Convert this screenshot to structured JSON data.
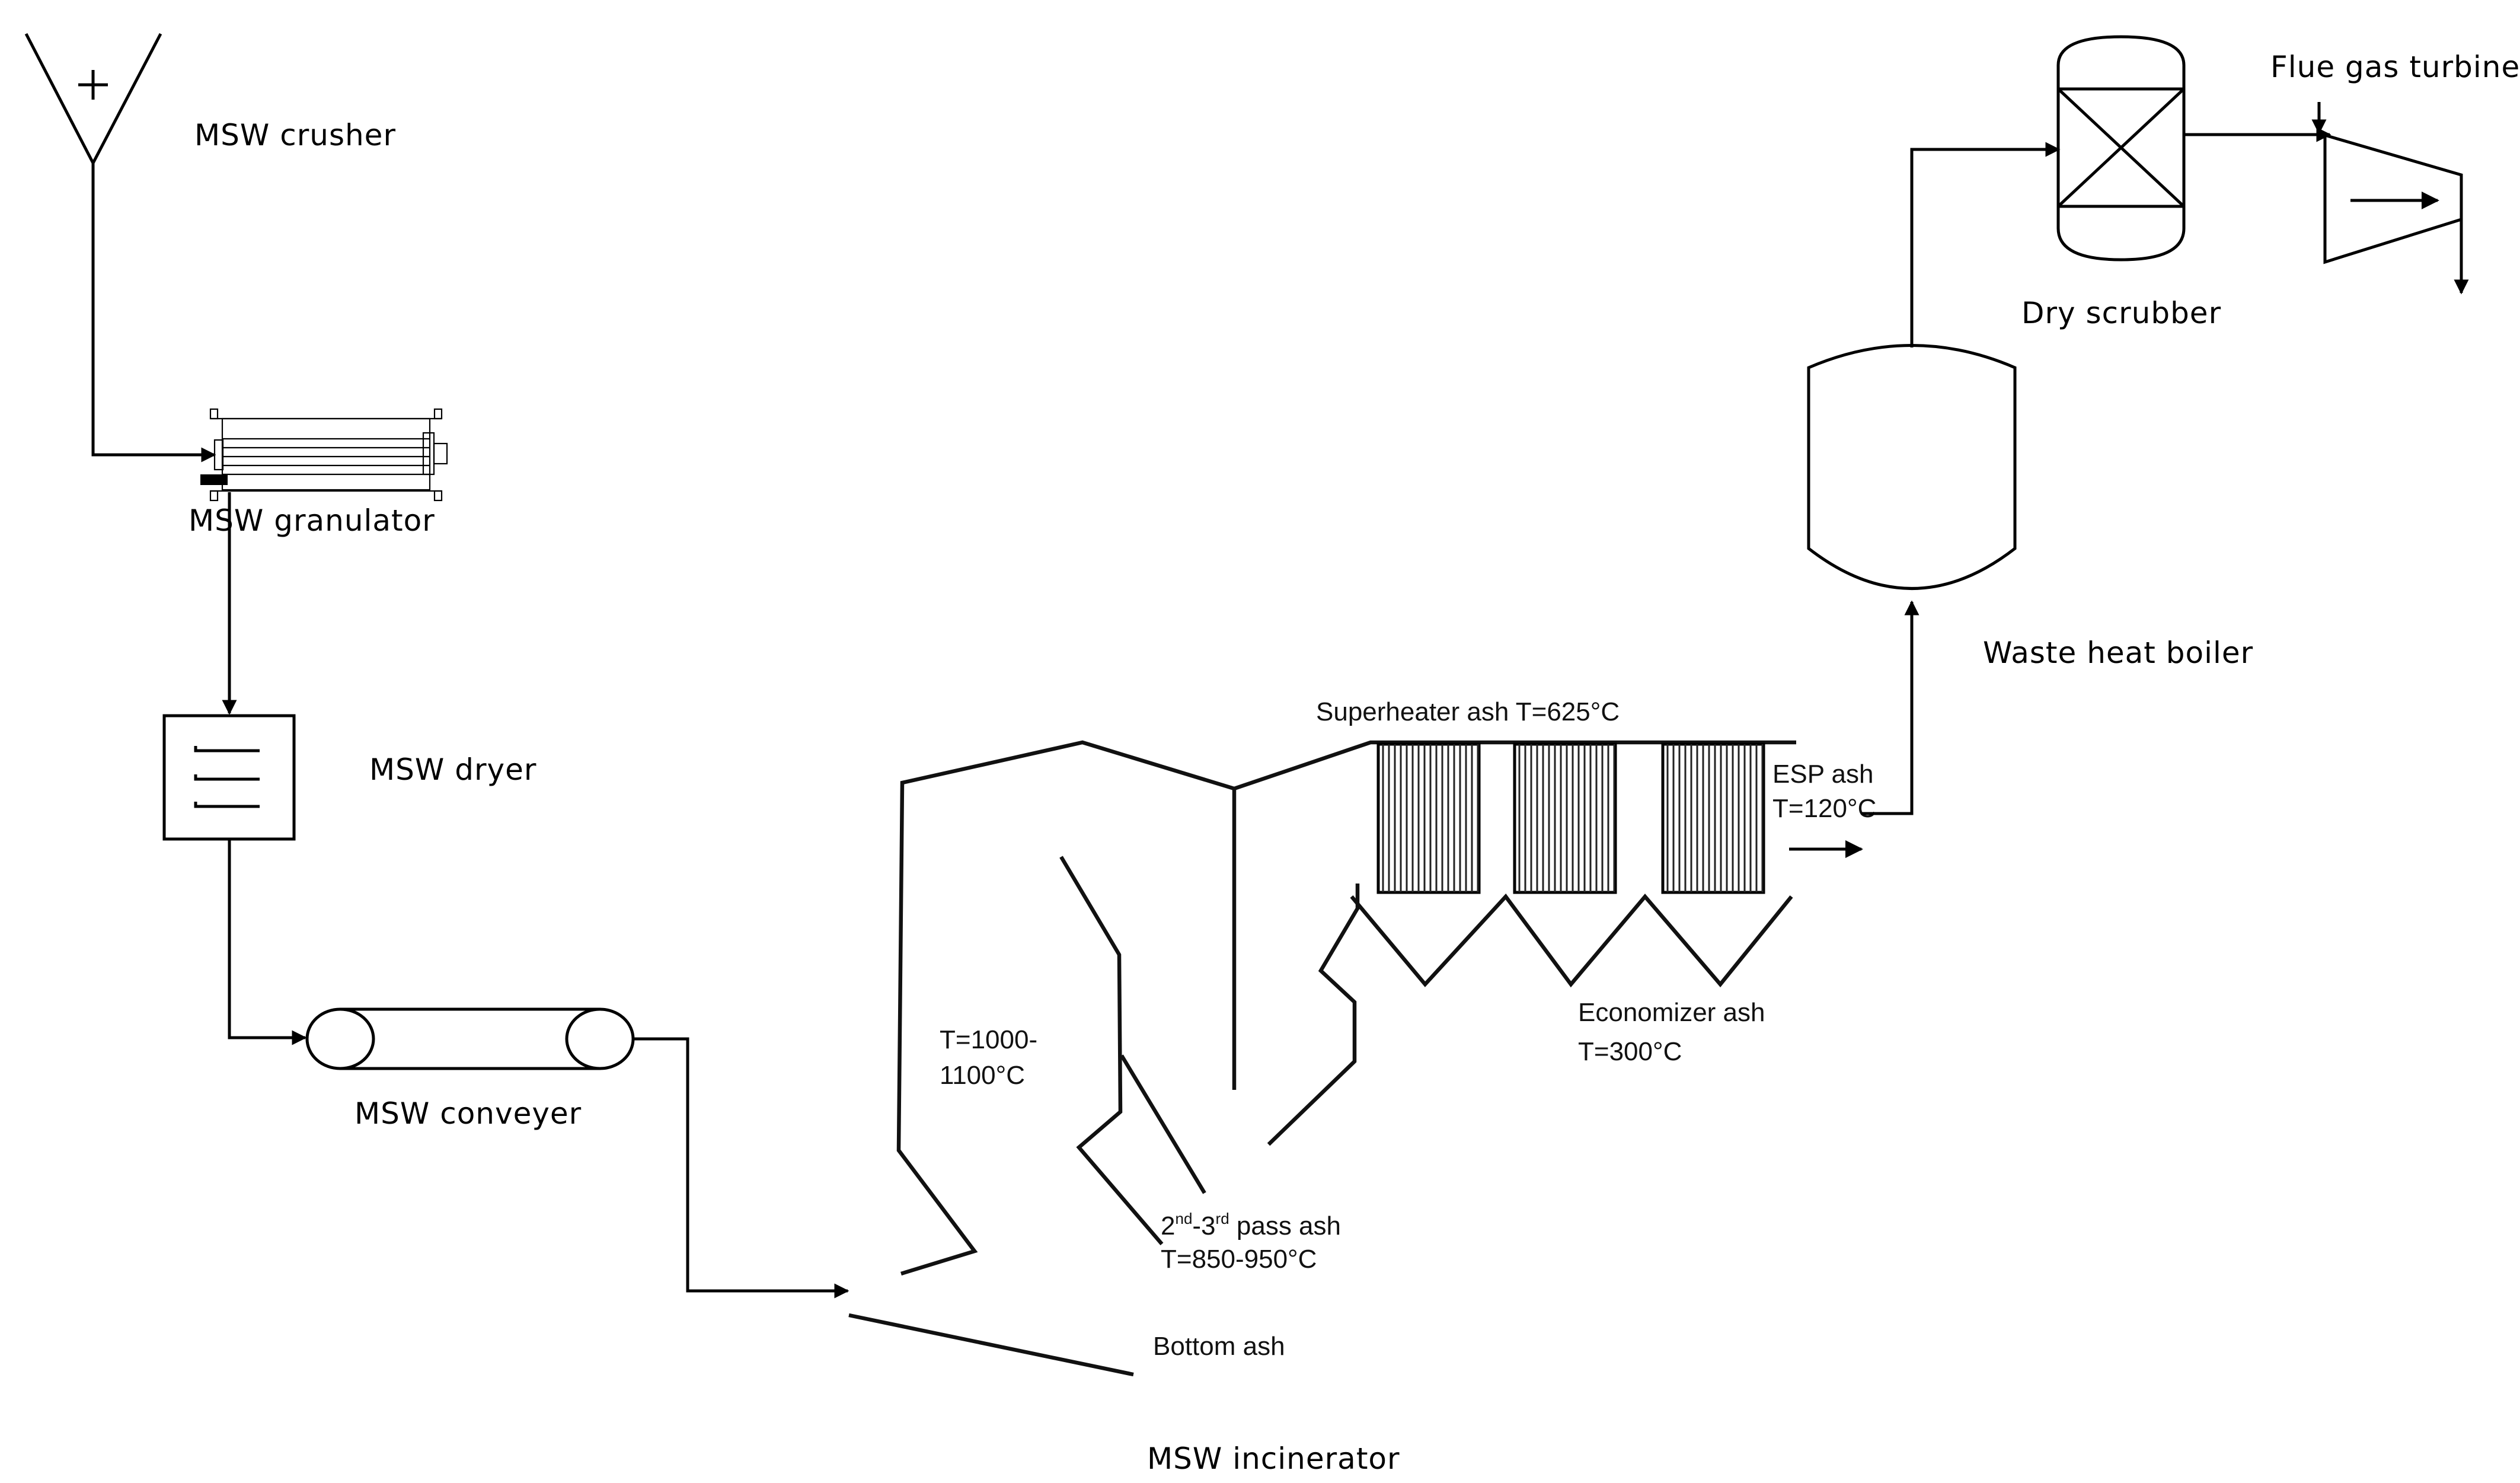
{
  "labels": {
    "crusher": "MSW crusher",
    "granulator": "MSW granulator",
    "dryer": "MSW dryer",
    "conveyer": "MSW conveyer",
    "incinerator": "MSW incinerator",
    "boiler": "Waste heat boiler",
    "scrubber": "Dry scrubber",
    "turbine": "Flue gas turbine"
  },
  "incinerator_annotations": {
    "superheater": "Superheater ash T=625°C",
    "esp_line1": "ESP ash",
    "esp_line2": "T=120°C",
    "economizer_line1": "Economizer ash",
    "economizer_line2": "T=300°C",
    "furnace_temp_line1": "T=1000-",
    "furnace_temp_line2": "1100°C",
    "pass_ash_2": "2",
    "pass_ash_nd": "nd",
    "pass_ash_dash3": "-3",
    "pass_ash_rd": "rd",
    "pass_ash_text": " pass ash",
    "pass_ash_temp": "T=850-950°C",
    "bottom_ash": "Bottom ash"
  },
  "icons": {
    "crusher": "funnel-crusher-icon",
    "granulator": "granulator-cylinder-icon",
    "dryer": "tray-dryer-icon",
    "conveyer": "belt-conveyer-icon",
    "boiler": "vessel-boiler-icon",
    "scrubber": "packed-column-scrubber-icon",
    "turbine": "turbine-icon"
  },
  "colors": {
    "stroke": "#000000",
    "background": "#ffffff"
  }
}
